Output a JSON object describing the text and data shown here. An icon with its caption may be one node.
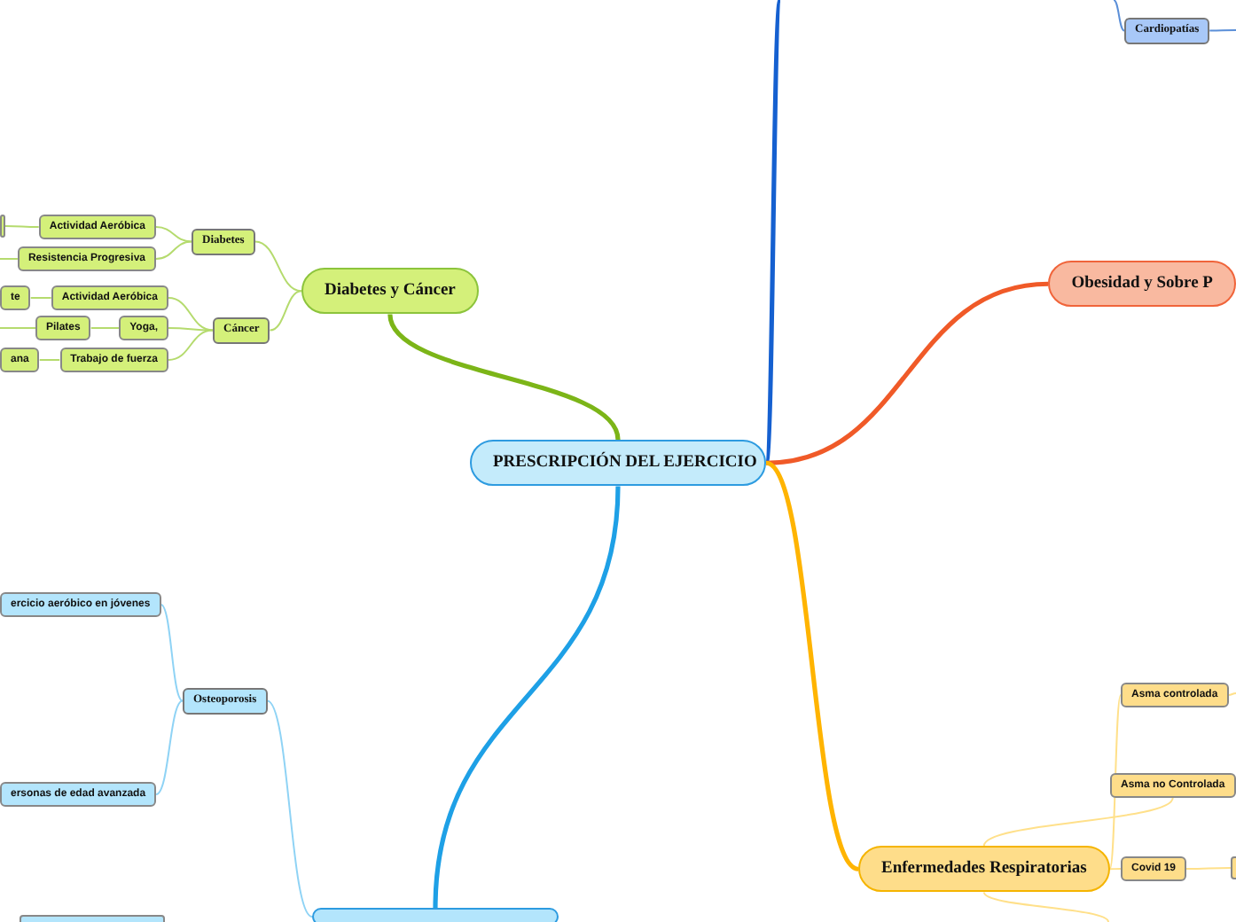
{
  "diagram": {
    "nodes": [
      {
        "text": [
          "PRESCRIPCIÓN DEL EJERCICIO"
        ]
      },
      {
        "text": [
          "Cardiopatías"
        ]
      },
      {
        "text": [
          "Obesidad y Sobre P"
        ]
      },
      {
        "text": [
          "Diabetes y Cáncer"
        ]
      },
      {
        "text": [
          "Diabetes"
        ]
      },
      {
        "text": [
          "Cáncer"
        ]
      },
      {
        "text": [
          "Actividad Aeróbica"
        ]
      },
      {
        "text": [
          "Resistencia Progresiva"
        ]
      },
      {
        "text": [],
        "shape": "box"
      },
      {
        "text": [
          "Actividad Aeróbica"
        ]
      },
      {
        "text": [
          "te"
        ]
      },
      {
        "text": [
          "Yoga,"
        ]
      },
      {
        "text": [
          "Pilates"
        ]
      },
      {
        "text": [
          "Trabajo de fuerza"
        ]
      },
      {
        "text": [
          "ana"
        ]
      },
      {
        "text": [
          "Osteoporosis"
        ]
      },
      {
        "text": [
          "ercicio aeróbico en jóvenes"
        ]
      },
      {
        "text": [
          "ersonas de edad avanzada"
        ]
      },
      {
        "text": [],
        "shape": "pill"
      },
      {
        "text": [],
        "shape": "box"
      },
      {
        "text": [
          "Enfermedades Respiratorias"
        ]
      },
      {
        "text": [
          "Asma controlada"
        ]
      },
      {
        "text": [
          "Asma no Controlada"
        ]
      },
      {
        "text": [
          "Covid 19"
        ]
      },
      {
        "text": [],
        "shape": "box"
      }
    ],
    "edges": [
      {
        "from": 0,
        "to": null,
        "arrow": "none",
        "style": "thick",
        "color": "#1560d0"
      },
      {
        "from": null,
        "to": 1,
        "arrow": "none",
        "color": "#5b8fd8"
      },
      {
        "from": 1,
        "to": null,
        "arrow": "none",
        "color": "#5b8fd8"
      },
      {
        "from": 0,
        "to": 2,
        "arrow": "none",
        "style": "thick",
        "color": "#f05a28"
      },
      {
        "from": 0,
        "to": 3,
        "arrow": "none",
        "style": "thick",
        "color": "#7cb518"
      },
      {
        "from": 3,
        "to": 4,
        "arrow": "none"
      },
      {
        "from": 3,
        "to": 5,
        "arrow": "none"
      },
      {
        "from": 4,
        "to": 6,
        "arrow": "none"
      },
      {
        "from": 4,
        "to": 7,
        "arrow": "none"
      },
      {
        "from": 6,
        "to": 8,
        "arrow": "none"
      },
      {
        "from": 7,
        "to": null,
        "arrow": "none"
      },
      {
        "from": 5,
        "to": 9,
        "arrow": "none"
      },
      {
        "from": 5,
        "to": 11,
        "arrow": "none"
      },
      {
        "from": 5,
        "to": 13,
        "arrow": "none"
      },
      {
        "from": 9,
        "to": 10,
        "arrow": "none"
      },
      {
        "from": 11,
        "to": 12,
        "arrow": "none"
      },
      {
        "from": 12,
        "to": null,
        "arrow": "none"
      },
      {
        "from": 13,
        "to": 14,
        "arrow": "none"
      },
      {
        "from": 0,
        "to": 18,
        "arrow": "none",
        "style": "thick",
        "color": "#1ea0e6"
      },
      {
        "from": 18,
        "to": 15,
        "arrow": "none",
        "color": "#8fd3f5"
      },
      {
        "from": 15,
        "to": 16,
        "arrow": "none",
        "color": "#8fd3f5"
      },
      {
        "from": 15,
        "to": 17,
        "arrow": "none",
        "color": "#8fd3f5"
      },
      {
        "from": 0,
        "to": 20,
        "arrow": "none",
        "style": "thick",
        "color": "#ffb400"
      },
      {
        "from": 20,
        "to": 21,
        "arrow": "none",
        "color": "#ffe08a"
      },
      {
        "from": 20,
        "to": 22,
        "arrow": "none",
        "color": "#ffe08a"
      },
      {
        "from": 20,
        "to": 23,
        "arrow": "none",
        "color": "#ffe08a"
      },
      {
        "from": 23,
        "to": 24,
        "arrow": "none",
        "color": "#ffe08a"
      },
      {
        "from": 20,
        "to": null,
        "arrow": "none",
        "color": "#ffe08a"
      },
      {
        "from": 21,
        "to": null,
        "arrow": "none",
        "color": "#ffe08a"
      }
    ]
  }
}
